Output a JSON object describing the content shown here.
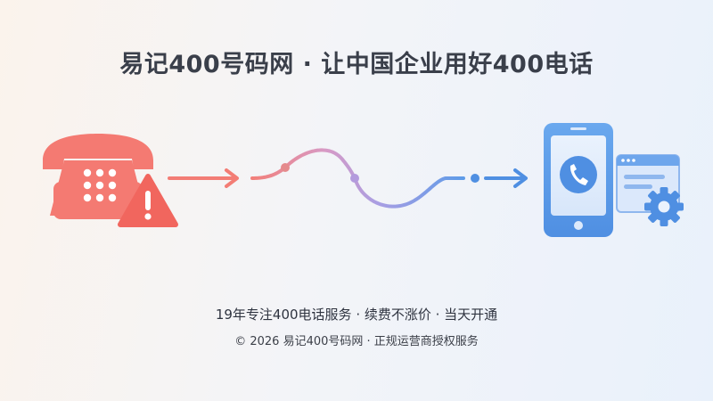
{
  "title": "易记400号码网 · 让中国企业用好400电话",
  "tagline": "19年专注400电话服务 · 续费不涨价 · 当天开通",
  "copyright": "© 2026 易记400号码网 · 正规运营商授权服务",
  "icons": {
    "left": [
      "landline-phone-icon",
      "warning-icon"
    ],
    "right": [
      "smartphone-icon",
      "phone-call-icon",
      "browser-window-icon",
      "gear-icon"
    ]
  },
  "colors": {
    "warm": "#f47a72",
    "cool": "#5b9be8",
    "title": "#3a3f4a"
  }
}
